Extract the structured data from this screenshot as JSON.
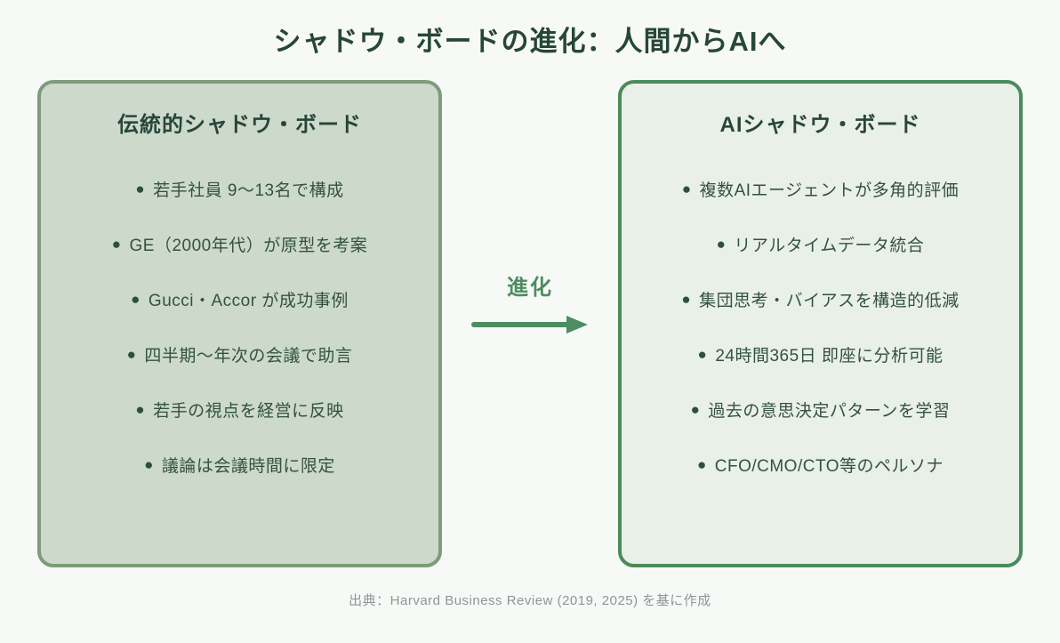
{
  "title": "シャドウ・ボードの進化：人間からAIへ",
  "bullet_glyph": "●",
  "left_box": {
    "title": "伝統的シャドウ・ボード",
    "items": [
      "若手社員 9〜13名で構成",
      "GE（2000年代）が原型を考案",
      "Gucci・Accor が成功事例",
      "四半期〜年次の会議で助言",
      "若手の視点を経営に反映",
      "議論は会議時間に限定"
    ]
  },
  "right_box": {
    "title": "AIシャドウ・ボード",
    "items": [
      "複数AIエージェントが多角的評価",
      "リアルタイムデータ統合",
      "集団思考・バイアスを構造的低減",
      "24時間365日 即座に分析可能",
      "過去の意思決定パターンを学習",
      "CFO/CMO/CTO等のペルソナ"
    ]
  },
  "arrow": {
    "label": "進化"
  },
  "caption": "出典：Harvard Business Review (2019, 2025) を基に作成",
  "colors": {
    "page_background": "#f7f9f6",
    "title_text": "#27463a",
    "left_box_bg": "#ccd9cb",
    "left_box_border": "#7e9b7c",
    "right_box_bg": "#e9f0e8",
    "right_box_border": "#4b8a5a",
    "bullet_text": "#33523f",
    "arrow": "#4e8d62",
    "caption_text": "#8f9695"
  }
}
